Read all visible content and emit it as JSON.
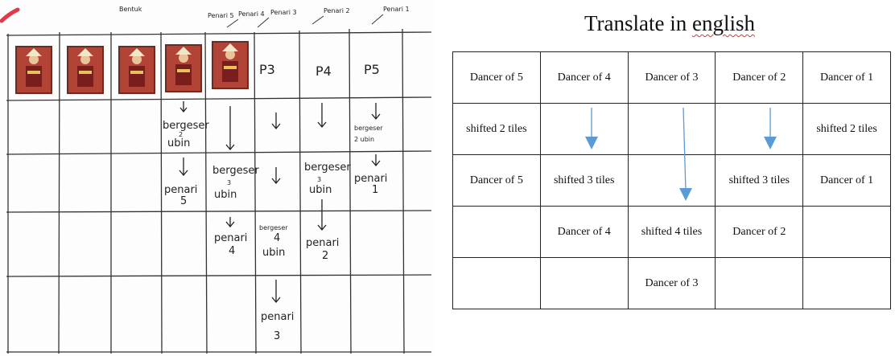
{
  "sheet": {
    "corner_note": "Bentuk",
    "header_notes": [
      "Penari 5",
      "Penari 4",
      "Penari 3",
      "Penari 2",
      "Penari 1"
    ],
    "column_labels": [
      "P3",
      "P4",
      "P5"
    ],
    "notes": {
      "r2c4": [
        "bergeser",
        "2",
        "ubin"
      ],
      "r2c8": [
        "bergeser",
        "2 ubin"
      ],
      "r3c4": [
        "penari",
        "5"
      ],
      "r3c5": [
        "bergeser",
        "3",
        "ubin"
      ],
      "r3c7": [
        "bergeser",
        "3",
        "ubin"
      ],
      "r3c8": [
        "penari",
        "1"
      ],
      "r4c5": [
        "penari",
        "4"
      ],
      "r4c6": [
        "bergeser",
        "4",
        "ubin"
      ],
      "r4c7": [
        "penari",
        "2"
      ],
      "r5c6": [
        "penari",
        "3"
      ]
    }
  },
  "translation": {
    "heading_before": "Translate in ",
    "heading_underlined": "english",
    "rows": [
      [
        "Dancer of 5",
        "Dancer of 4",
        "Dancer of 3",
        "Dancer of 2",
        "Dancer of 1"
      ],
      [
        "shifted 2 tiles",
        "",
        "",
        "",
        "shifted 2 tiles"
      ],
      [
        "Dancer of 5",
        "shifted 3 tiles",
        "",
        "shifted 3 tiles",
        "Dancer of 1"
      ],
      [
        "",
        "Dancer of 4",
        "shifted 4 tiles",
        "Dancer of 2",
        ""
      ],
      [
        "",
        "",
        "Dancer of 3",
        "",
        ""
      ]
    ],
    "arrow_color": "#5b9bd5"
  }
}
